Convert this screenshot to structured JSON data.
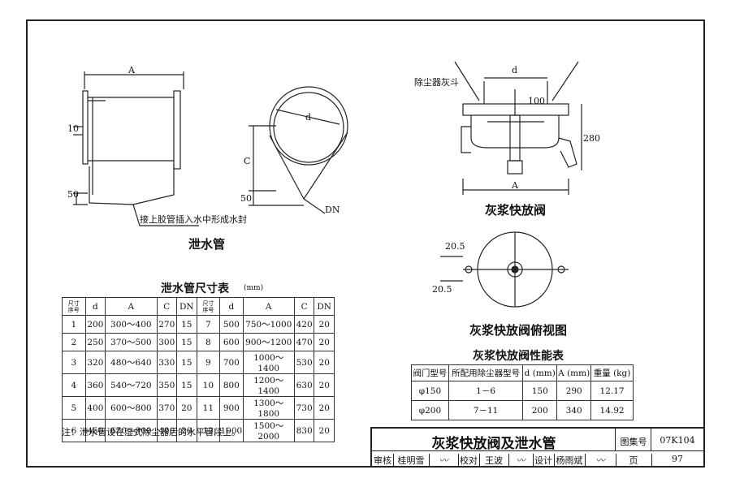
{
  "drawing": {
    "drain_pipe": {
      "title": "泄水管",
      "dim_A": "A",
      "dim_10": "10",
      "dim_50": "50",
      "dim_C": "C",
      "dim_50b": "50",
      "dim_d": "d",
      "dim_DN": "DN",
      "callout": "接上胶管插入水中形成水封"
    },
    "valve": {
      "title": "灰浆快放阀",
      "hopper_label": "除尘器灰斗",
      "dim_d": "d",
      "dim_100": "100",
      "dim_280": "280",
      "dim_A": "A"
    },
    "top_view": {
      "title": "灰浆快放阀俯视图",
      "dim_1": "20.5",
      "dim_2": "20.5"
    },
    "size_table": {
      "title": "泄水管尺寸表",
      "unit": "(mm)",
      "header_no_top": "尺寸",
      "header_no_bottom": "序号",
      "headers": [
        "d",
        "A",
        "C",
        "DN"
      ],
      "left_rows": [
        [
          "1",
          "200",
          "300～400",
          "270",
          "15"
        ],
        [
          "2",
          "250",
          "370～500",
          "300",
          "15"
        ],
        [
          "3",
          "320",
          "480～640",
          "330",
          "15"
        ],
        [
          "4",
          "360",
          "540～720",
          "350",
          "15"
        ],
        [
          "5",
          "400",
          "600～800",
          "370",
          "20"
        ],
        [
          "6",
          "450",
          "670～900",
          "400",
          "20"
        ]
      ],
      "right_rows": [
        [
          "7",
          "500",
          "750～1000",
          "420",
          "20"
        ],
        [
          "8",
          "600",
          "900～1200",
          "470",
          "20"
        ],
        [
          "9",
          "700",
          "1000～1400",
          "530",
          "20"
        ],
        [
          "10",
          "800",
          "1200～1400",
          "630",
          "20"
        ],
        [
          "11",
          "900",
          "1300～1800",
          "730",
          "20"
        ],
        [
          "12",
          "1000",
          "1500～2000",
          "830",
          "20"
        ]
      ]
    },
    "perf_table": {
      "title": "灰浆快放阀性能表",
      "headers": [
        "阀门型号",
        "所配用除尘器型号",
        "d (mm)",
        "A (mm)",
        "重量 (kg)"
      ],
      "rows": [
        [
          "φ150",
          "1－6",
          "150",
          "290",
          "12.17"
        ],
        [
          "φ200",
          "7－11",
          "200",
          "340",
          "14.92"
        ]
      ]
    },
    "note": "注：泄水管设在湿式除尘器后的水平管段上。"
  },
  "title_block": {
    "main_title": "灰浆快放阀及泄水管",
    "atlas_label": "图集号",
    "atlas_no": "07K104",
    "page_label": "页",
    "page_no": "97",
    "review_label": "审核",
    "reviewer": "桂明雪",
    "proof_label": "校对",
    "proofreader": "王波",
    "design_label": "设计",
    "designer": "杨雨斌"
  }
}
